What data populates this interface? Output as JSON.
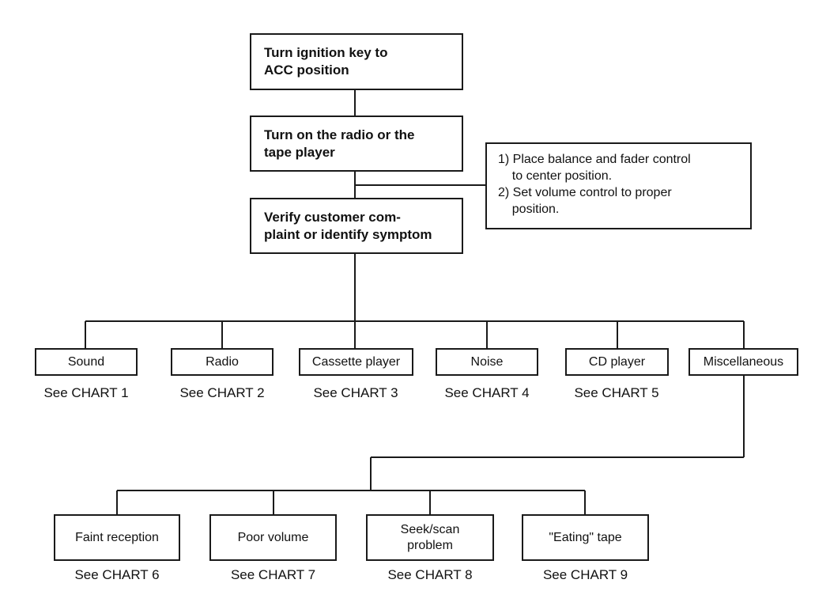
{
  "steps": [
    "Turn ignition key to\nACC position",
    "Turn on the radio or the\ntape player",
    "Verify customer com-\nplaint  or identify symptom"
  ],
  "note": {
    "lines": [
      "1) Place balance and fader control",
      "    to center position.",
      "2) Set volume control to proper",
      "    position."
    ]
  },
  "categories": [
    {
      "label": "Sound",
      "ref": "See CHART 1"
    },
    {
      "label": "Radio",
      "ref": "See CHART 2"
    },
    {
      "label": "Cassette player",
      "ref": "See CHART 3"
    },
    {
      "label": "Noise",
      "ref": "See CHART 4"
    },
    {
      "label": "CD player",
      "ref": "See CHART 5"
    },
    {
      "label": "Miscellaneous",
      "ref": ""
    }
  ],
  "misc_items": [
    {
      "label": "Faint reception",
      "ref": "See CHART 6"
    },
    {
      "label": "Poor volume",
      "ref": "See CHART 7"
    },
    {
      "label": "Seek/scan\nproblem",
      "ref": "See CHART 8"
    },
    {
      "label": "\"Eating\" tape",
      "ref": "See CHART 9"
    }
  ]
}
